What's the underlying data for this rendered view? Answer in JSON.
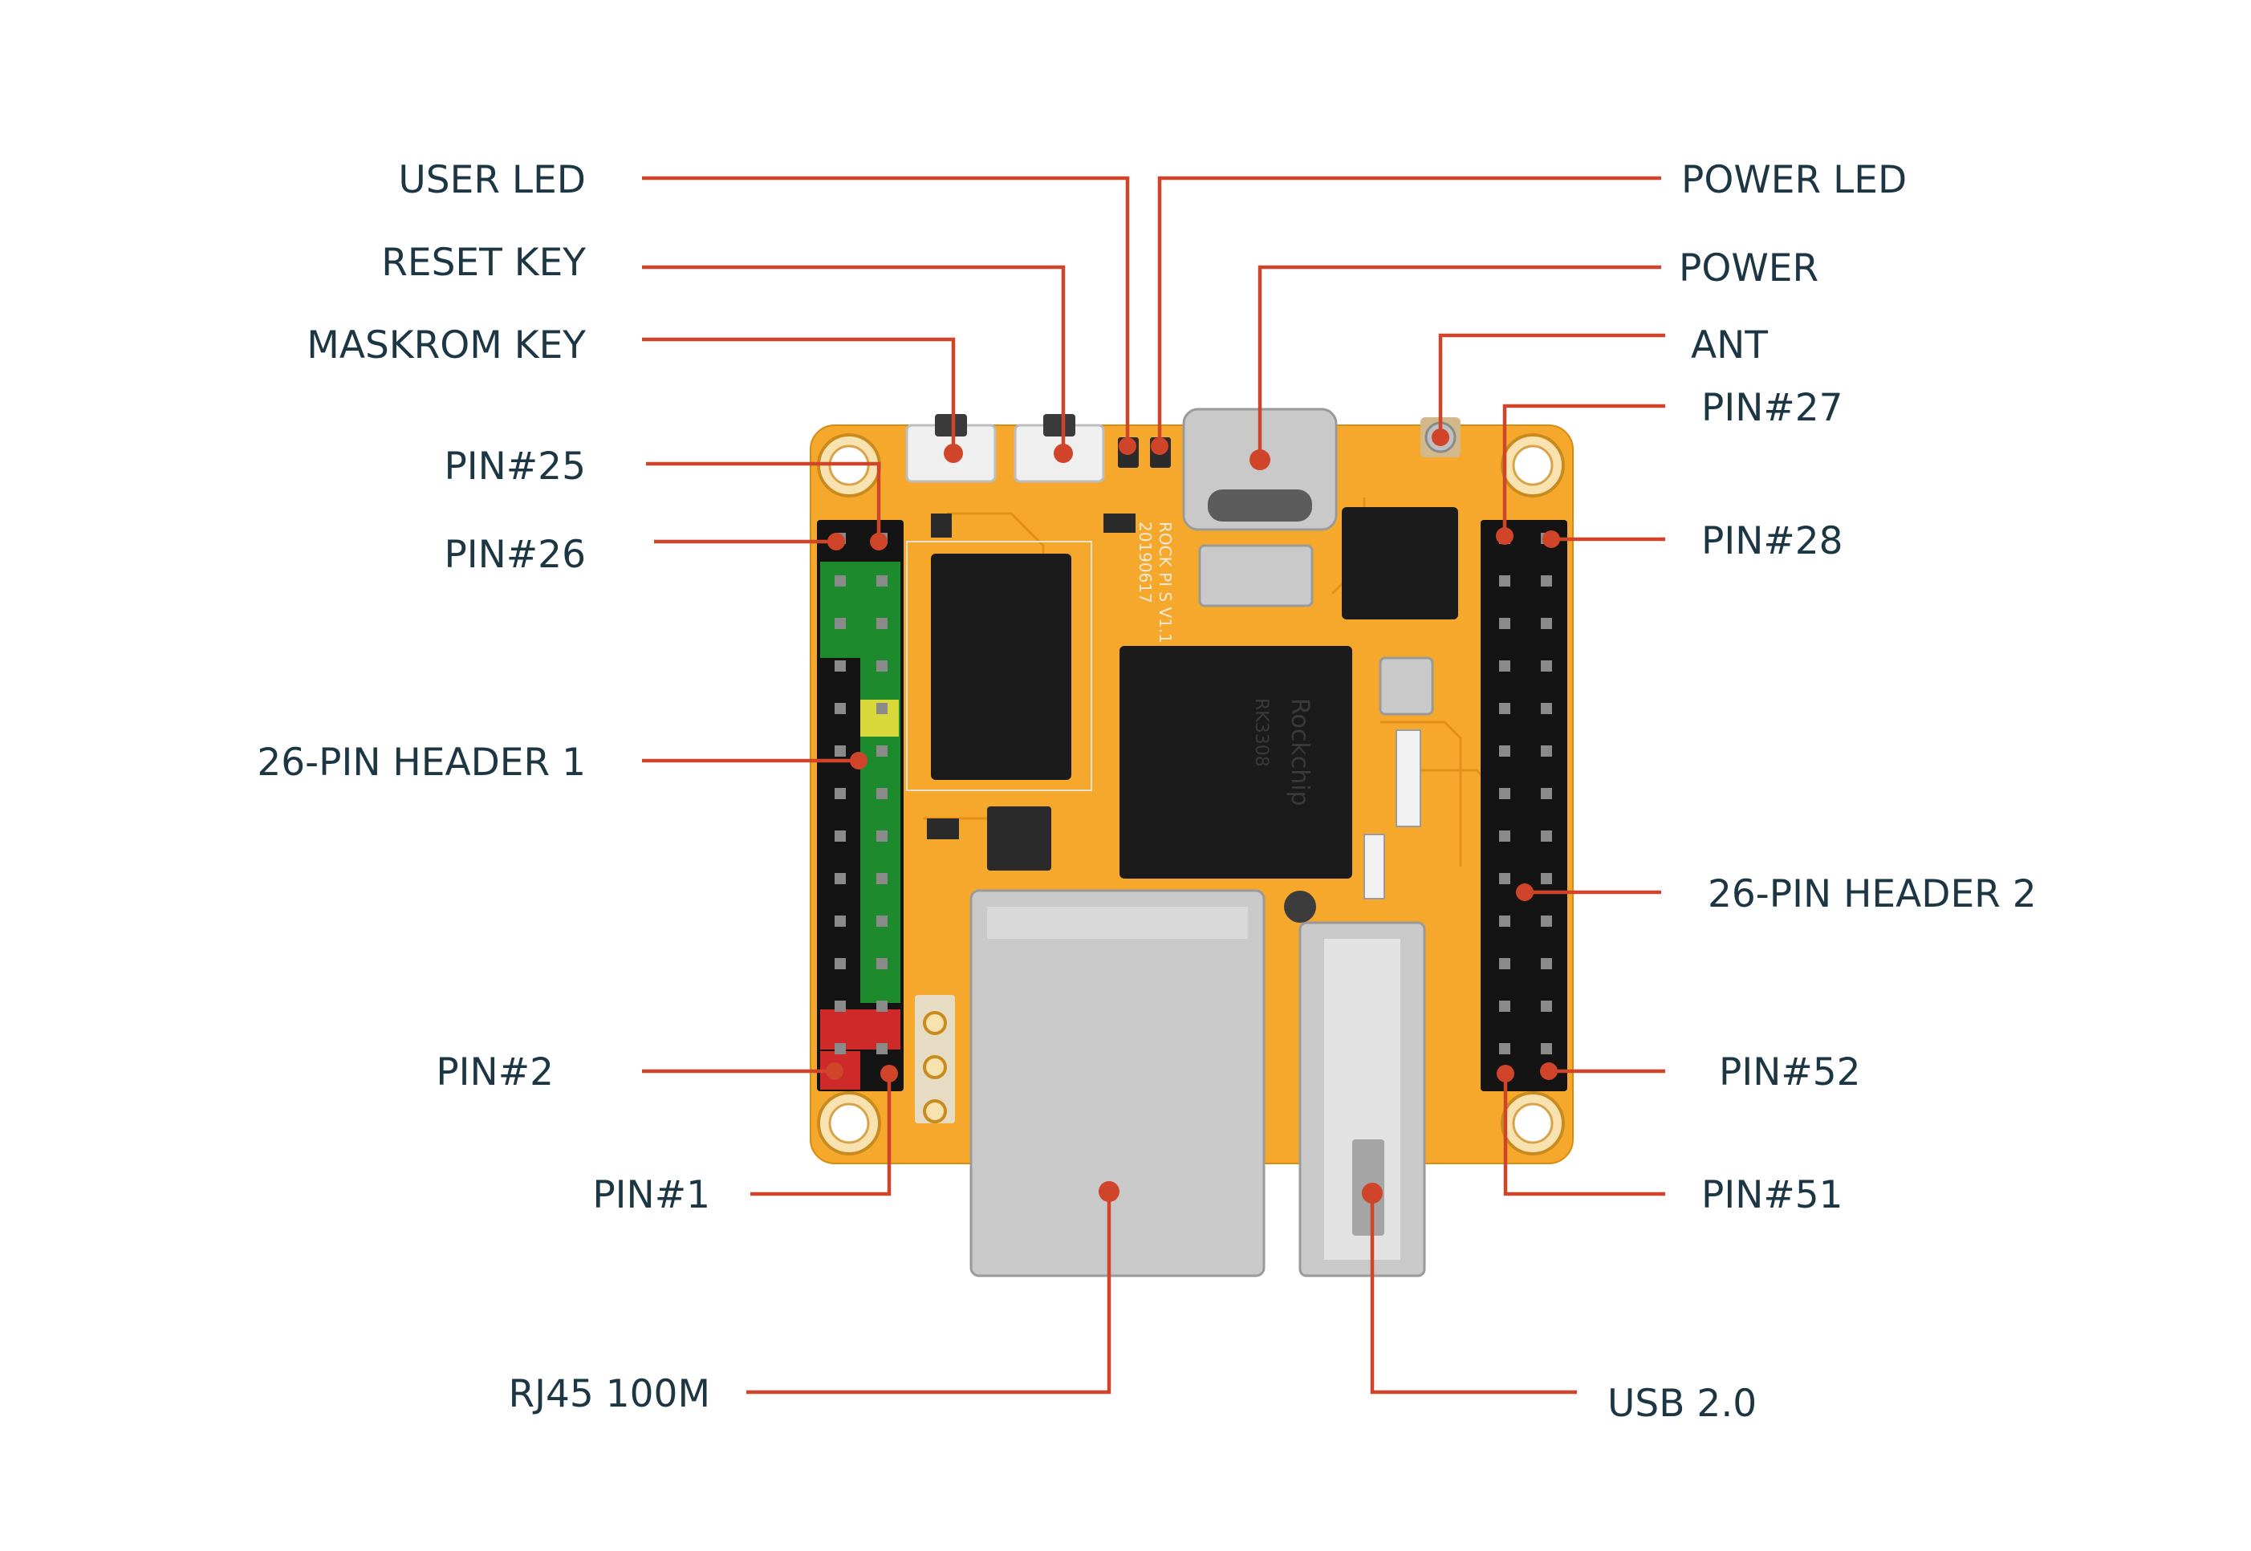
{
  "labels": {
    "user_led": "USER LED",
    "reset_key": "RESET KEY",
    "maskrom_key": "MASKROM KEY",
    "pin25": "PIN#25",
    "pin26": "PIN#26",
    "header1": "26-PIN HEADER 1",
    "pin2": "PIN#2",
    "pin1": "PIN#1",
    "rj45": "RJ45 100M",
    "power_led": "POWER LED",
    "power": "POWER",
    "ant": "ANT",
    "pin27": "PIN#27",
    "pin28": "PIN#28",
    "header2": "26-PIN HEADER 2",
    "pin52": "PIN#52",
    "pin51": "PIN#51",
    "usb": "USB 2.0"
  },
  "board": {
    "silkscreen": "ROCK PI S V1.1",
    "date_code": "20190617",
    "soc_logo": "Rockchip",
    "soc_part": "RK3308"
  },
  "colors": {
    "leader_line": "#d0442a",
    "label_text": "#1d3644",
    "pcb": "#f5a82c"
  }
}
